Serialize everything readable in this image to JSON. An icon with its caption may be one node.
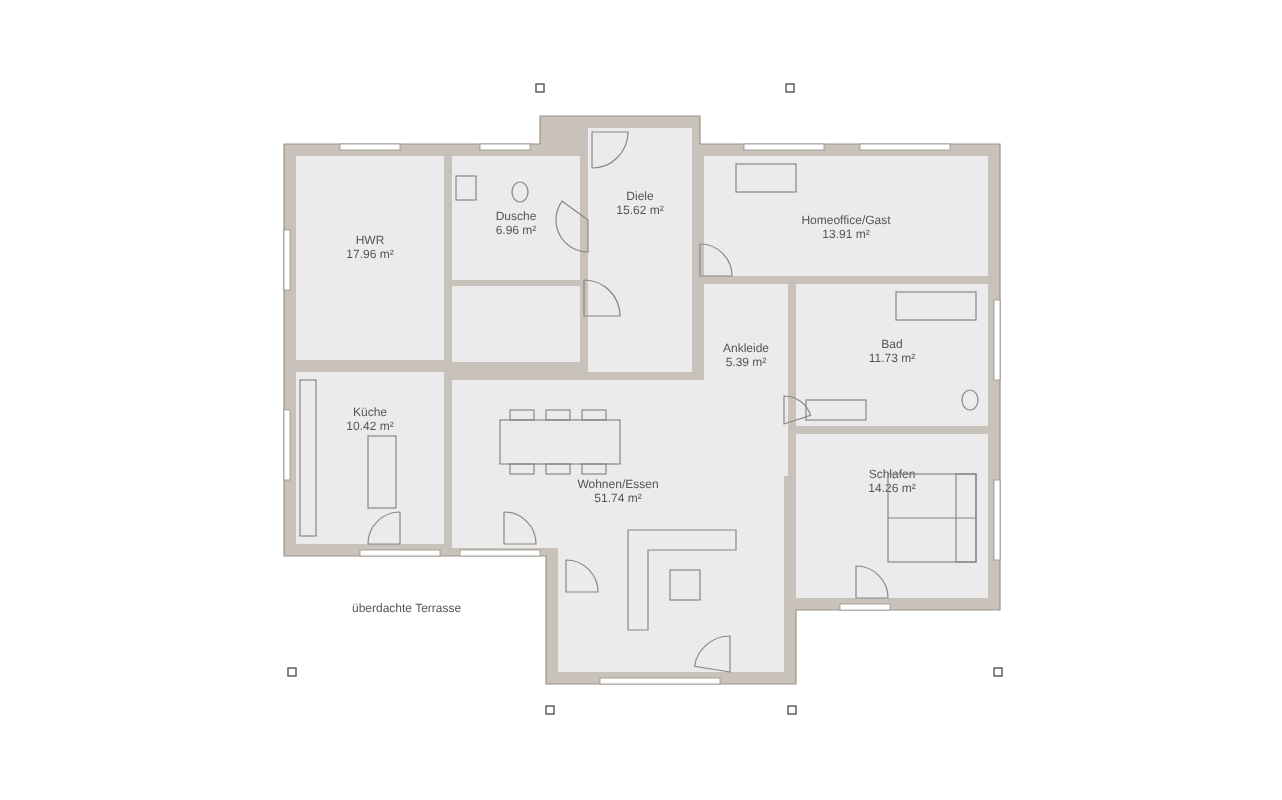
{
  "diagram": {
    "nodes": [
      {
        "text": [
          "HWR",
          "17.96 m²"
        ]
      },
      {
        "text": [
          "Dusche",
          "6.96 m²"
        ]
      },
      {
        "text": [
          "Diele",
          "15.62 m²"
        ]
      },
      {
        "text": [
          "Homeoffice/Gast",
          "13.91 m²"
        ]
      },
      {
        "text": [
          "Ankleide",
          "5.39 m²"
        ]
      },
      {
        "text": [
          "Bad",
          "11.73 m²"
        ]
      },
      {
        "text": [
          "Küche",
          "10.42 m²"
        ]
      },
      {
        "text": [
          "Wohnen/Essen",
          "51.74 m²"
        ]
      },
      {
        "text": [
          "Schlafen",
          "14.26 m²"
        ]
      }
    ],
    "labels": [
      "überdachte Terrasse"
    ]
  }
}
